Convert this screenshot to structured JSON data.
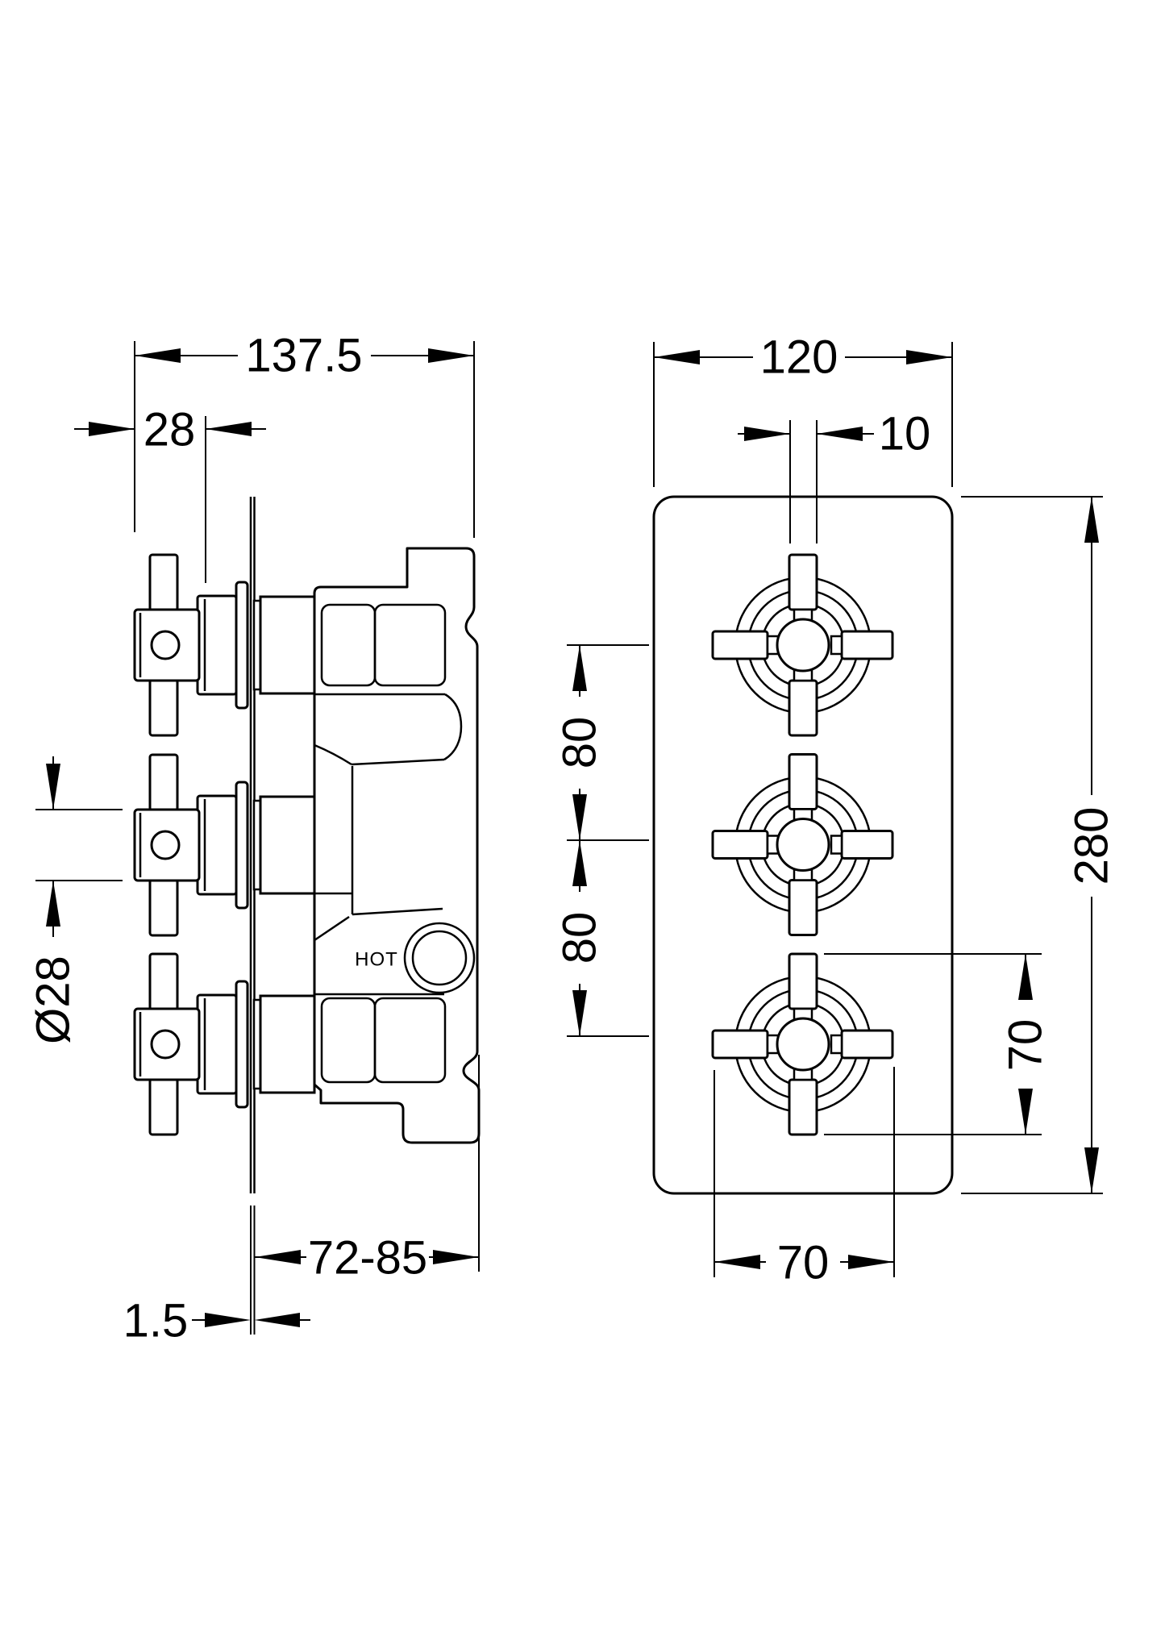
{
  "drawing": {
    "type": "technical-dimension-drawing",
    "line_color": "#000000",
    "background": "#ffffff",
    "side_view": {
      "hot_port_label": "HOT",
      "dims": {
        "overall_depth": "137.5",
        "handle_projection": "28",
        "handle_hub_diameter": "Ø28",
        "wall_depth_range": "72-85",
        "plate_thickness": "1.5"
      }
    },
    "front_view": {
      "dims": {
        "plate_width": "120",
        "handle_stem_width": "10",
        "handle_spacing_upper": "80",
        "handle_spacing_lower": "80",
        "plate_height": "280",
        "handle_span_vertical": "70",
        "handle_span_horizontal": "70"
      }
    }
  }
}
